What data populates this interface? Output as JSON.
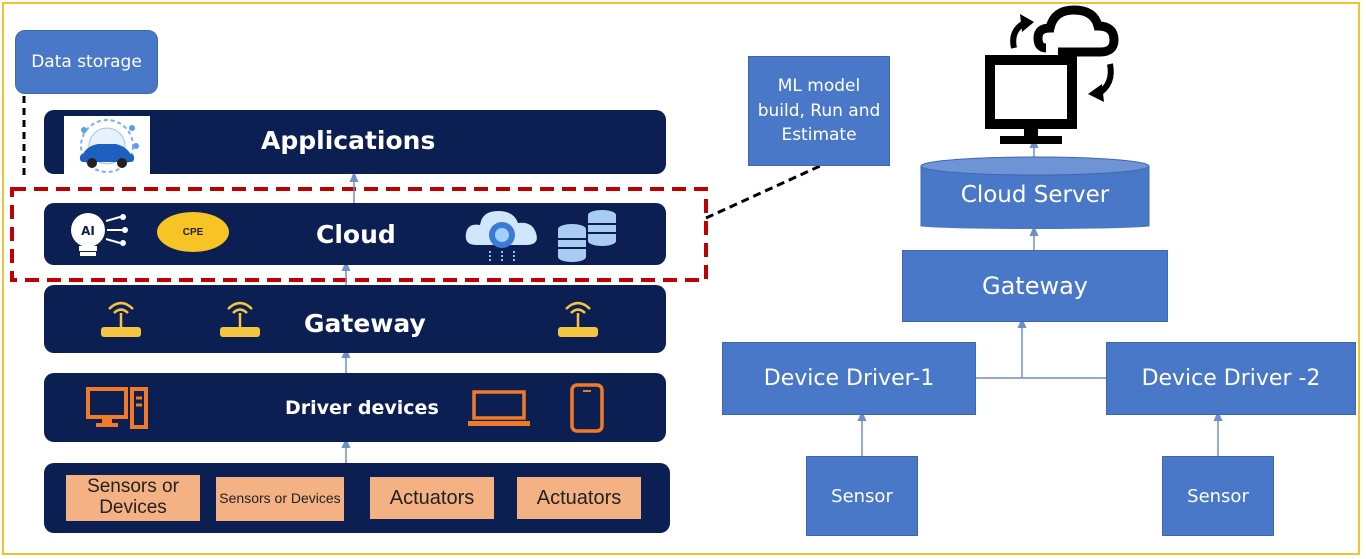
{
  "left_stack": {
    "data_storage": "Data storage",
    "applications": "Applications",
    "cloud": "Cloud",
    "cpe_badge": "CPE",
    "ai_badge": "AI",
    "gateway": "Gateway",
    "driver_devices": "Driver devices",
    "sensors": [
      {
        "label": "Sensors or Devices"
      },
      {
        "label": "Sensors or Devices"
      },
      {
        "label": "Actuators"
      },
      {
        "label": "Actuators"
      }
    ]
  },
  "ml_box": "ML model build, Run and Estimate",
  "right_stack": {
    "cloud_server": "Cloud Server",
    "gateway": "Gateway",
    "device_driver_1": "Device Driver-1",
    "device_driver_2": "Device Driver -2",
    "sensor_1": "Sensor",
    "sensor_2": "Sensor"
  },
  "colors": {
    "dark_navy": "#0c1f52",
    "box_blue": "#4a78c8",
    "orange": "#f4b183",
    "device_orange": "#f07a28",
    "dashed_red": "#c00000",
    "frame_yellow": "#f2c230"
  }
}
